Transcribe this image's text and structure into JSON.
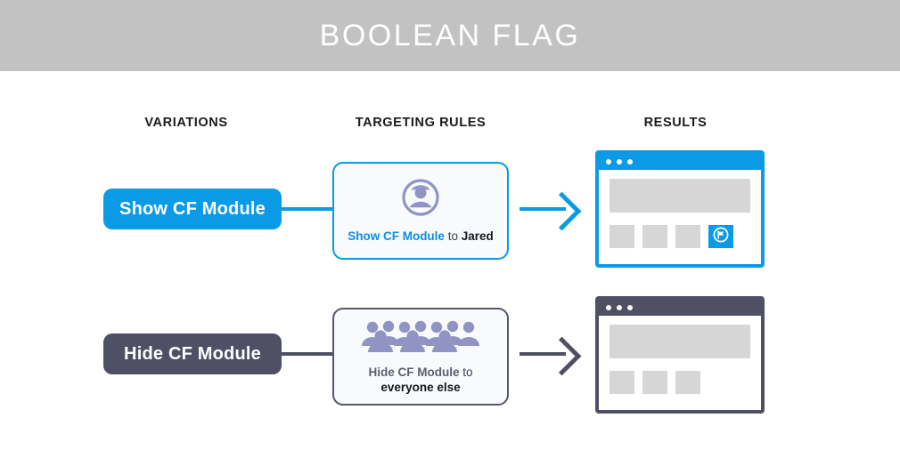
{
  "header": {
    "title": "BOOLEAN FLAG",
    "background_color": "#c2c2c2",
    "text_color": "#ffffff"
  },
  "columns": {
    "variations": "VARIATIONS",
    "targeting_rules": "TARGETING RULES",
    "results": "RESULTS"
  },
  "colors": {
    "accent_blue": "#0b9ae5",
    "slate": "#4f5063",
    "icon_periwinkle": "#8f94c4",
    "placeholder_gray": "#d6d6d6",
    "card_background": "#f8fafc"
  },
  "rows": [
    {
      "id": "show",
      "variation": {
        "label": "Show CF Module",
        "pill_color": "#0b9ae5",
        "text_color": "#ffffff"
      },
      "targeting": {
        "icon": "single-user-icon",
        "icon_color": "#8f94c4",
        "border_color": "#0b9ae5",
        "rule_variation": "Show CF Module",
        "rule_connector": "to",
        "rule_audience": "Jared",
        "rule_full_text": "Show CF Module to Jared"
      },
      "arrow": {
        "name": "flow-arrow-show",
        "color": "#0b9ae5"
      },
      "result": {
        "name": "browser-window-show",
        "frame_color": "#0b9ae5",
        "titlebar_dots": 3,
        "tiles": [
          "placeholder",
          "placeholder",
          "placeholder",
          "cf-flag"
        ],
        "flag_tile_icon": "cf-flag-icon",
        "flag_tile_color": "#0b9ae5"
      }
    },
    {
      "id": "hide",
      "variation": {
        "label": "Hide CF Module",
        "pill_color": "#4f5063",
        "text_color": "#ffffff"
      },
      "targeting": {
        "icon": "crowd-of-people-icon",
        "icon_color": "#8f94c4",
        "border_color": "#555769",
        "rule_variation": "Hide CF Module",
        "rule_connector": "to",
        "rule_audience": "everyone else",
        "rule_full_text": "Hide CF Module to everyone else"
      },
      "arrow": {
        "name": "flow-arrow-hide",
        "color": "#4f5063"
      },
      "result": {
        "name": "browser-window-hide",
        "frame_color": "#4f5063",
        "titlebar_dots": 3,
        "tiles": [
          "placeholder",
          "placeholder",
          "placeholder"
        ],
        "flag_tile_icon": null,
        "flag_tile_color": null
      }
    }
  ]
}
